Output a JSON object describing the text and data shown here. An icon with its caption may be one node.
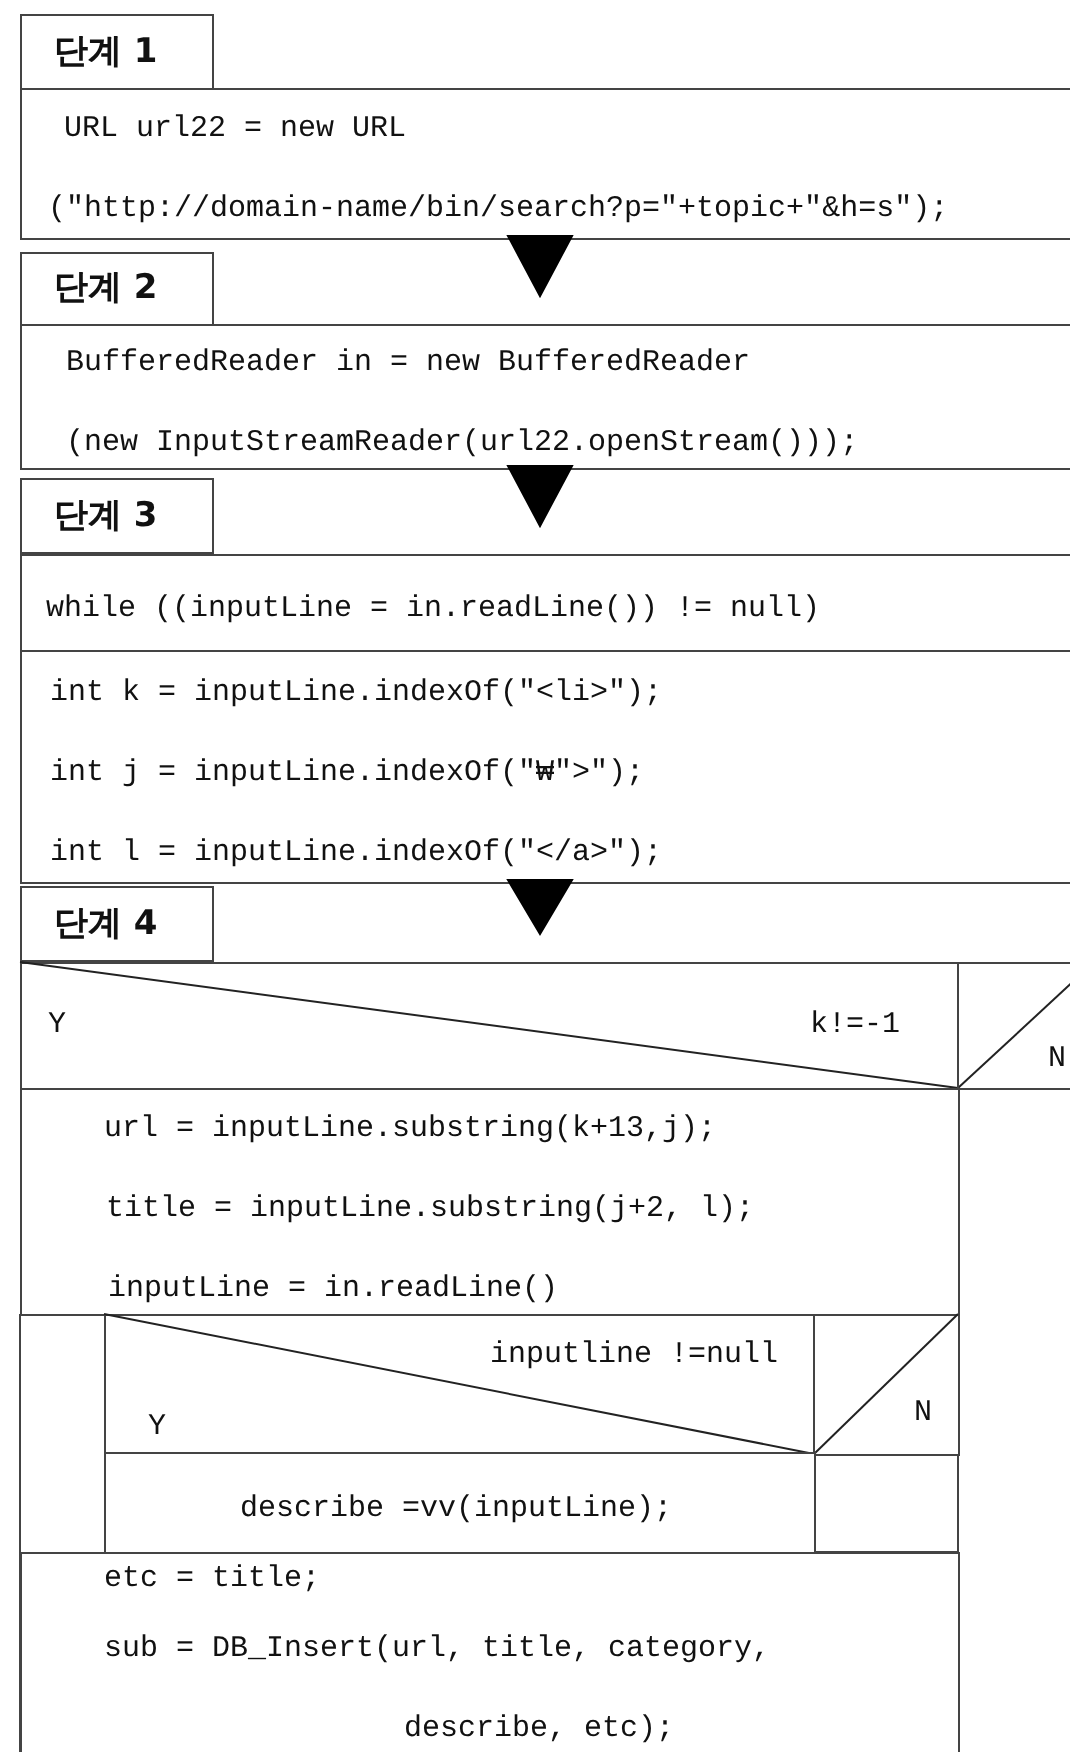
{
  "diagram": {
    "nodes": [
      {
        "text": [
          "단계 1"
        ]
      },
      {
        "text": [
          "URL url22 = new URL",
          "(\"http://domain-name/bin/search?p=\"+topic+\"&h=s\");"
        ]
      },
      {
        "text": [
          "단계 2"
        ]
      },
      {
        "text": [
          "BufferedReader in = new BufferedReader",
          "(new InputStreamReader(url22.openStream()));"
        ]
      },
      {
        "text": [
          "단계 3"
        ]
      },
      {
        "text": [
          "while ((inputLine = in.readLine()) != null)"
        ]
      },
      {
        "text": [
          "int k = inputLine.indexOf(\"<li>\");",
          "int j = inputLine.indexOf(\"₩\">\");",
          "int l = inputLine.indexOf(\"</a>\");"
        ]
      },
      {
        "text": [
          "단계 4"
        ]
      },
      {
        "text": [
          "Y",
          "k!=-1",
          "N"
        ]
      },
      {
        "text": [
          "url = inputLine.substring(k+13,j);",
          "title = inputLine.substring(j+2, l);",
          "inputLine = in.readLine()"
        ]
      },
      {
        "text": [
          "inputline !=null",
          "Y",
          "N"
        ]
      },
      {
        "text": [
          "describe =vv(inputLine);"
        ]
      },
      {
        "text": [
          "etc = title;",
          "sub = DB_Insert(url, title, category,",
          "describe, etc);"
        ]
      }
    ],
    "edges": [
      {
        "from": 1,
        "to": 3,
        "arrow": "to"
      },
      {
        "from": 3,
        "to": 5,
        "arrow": "to"
      },
      {
        "from": 6,
        "to": 8,
        "arrow": "to"
      }
    ]
  }
}
